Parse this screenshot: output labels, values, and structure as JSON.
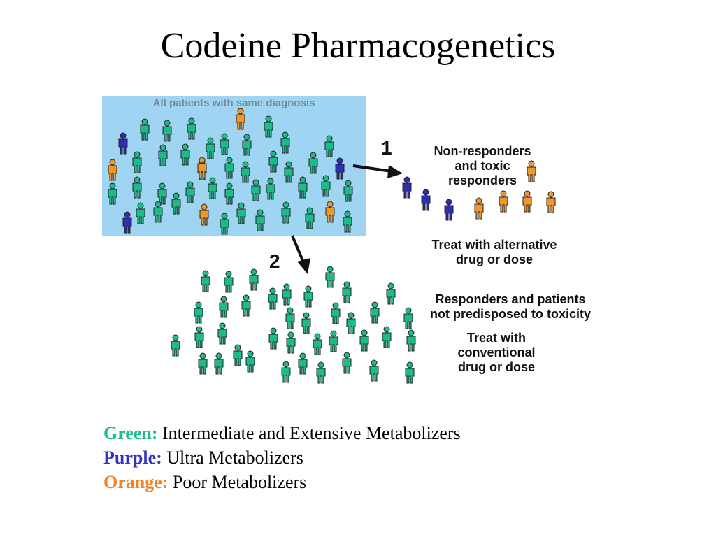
{
  "title": "Codeine Pharmacogenetics",
  "panel": {
    "label": "All patients with same diagnosis",
    "background": "#9fd5f2"
  },
  "colors": {
    "green": "#1dba8c",
    "purple": "#2e2eb0",
    "orange": "#f0962a"
  },
  "path1": {
    "number": "1",
    "group_label": [
      "Non-responders",
      "and toxic",
      "responders"
    ],
    "treatment": [
      "Treat with alternative",
      "drug or dose"
    ]
  },
  "path2": {
    "number": "2",
    "group_label": [
      "Responders and patients",
      "not predisposed to toxicity"
    ],
    "treatment": [
      "Treat with",
      "conventional",
      "drug or dose"
    ]
  },
  "legend": [
    {
      "key": "Green:",
      "value": "Intermediate and Extensive Metabolizers",
      "color": "#1dba8c"
    },
    {
      "key": "Purple:",
      "value": "Ultra Metabolizers",
      "color": "#3434c0"
    },
    {
      "key": "Orange:",
      "value": "Poor Metabolizers",
      "color": "#f5821f"
    }
  ],
  "people": {
    "all_patients": [
      [
        "p",
        176,
        205
      ],
      [
        "g",
        207,
        185
      ],
      [
        "g",
        239,
        187
      ],
      [
        "g",
        274,
        184
      ],
      [
        "o",
        344,
        170
      ],
      [
        "g",
        384,
        181
      ],
      [
        "o",
        161,
        243
      ],
      [
        "g",
        196,
        232
      ],
      [
        "g",
        233,
        222
      ],
      [
        "g",
        265,
        221
      ],
      [
        "g",
        301,
        212
      ],
      [
        "g",
        321,
        206
      ],
      [
        "g",
        353,
        207
      ],
      [
        "g",
        408,
        204
      ],
      [
        "g",
        471,
        209
      ],
      [
        "g",
        289,
        242
      ],
      [
        "o",
        289,
        240
      ],
      [
        "g",
        328,
        240
      ],
      [
        "g",
        351,
        246
      ],
      [
        "g",
        391,
        231
      ],
      [
        "g",
        413,
        246
      ],
      [
        "g",
        448,
        233
      ],
      [
        "p",
        486,
        241
      ],
      [
        "g",
        161,
        277
      ],
      [
        "g",
        196,
        268
      ],
      [
        "g",
        232,
        277
      ],
      [
        "g",
        252,
        291
      ],
      [
        "g",
        272,
        275
      ],
      [
        "g",
        304,
        269
      ],
      [
        "g",
        328,
        277
      ],
      [
        "g",
        366,
        272
      ],
      [
        "g",
        387,
        270
      ],
      [
        "g",
        433,
        268
      ],
      [
        "g",
        466,
        266
      ],
      [
        "g",
        498,
        273
      ],
      [
        "g",
        201,
        305
      ],
      [
        "g",
        226,
        303
      ],
      [
        "p",
        182,
        318
      ],
      [
        "o",
        292,
        307
      ],
      [
        "g",
        321,
        320
      ],
      [
        "g",
        345,
        305
      ],
      [
        "g",
        372,
        315
      ],
      [
        "g",
        409,
        304
      ],
      [
        "g",
        443,
        312
      ],
      [
        "o",
        472,
        303
      ],
      [
        "g",
        497,
        317
      ]
    ],
    "path1": [
      [
        "p",
        582,
        268
      ],
      [
        "p",
        609,
        286
      ],
      [
        "p",
        642,
        300
      ],
      [
        "o",
        685,
        298
      ],
      [
        "o",
        720,
        288
      ],
      [
        "o",
        754,
        288
      ],
      [
        "o",
        788,
        289
      ],
      [
        "o",
        760,
        245
      ]
    ],
    "path2": [
      [
        "g",
        294,
        402
      ],
      [
        "g",
        327,
        403
      ],
      [
        "g",
        363,
        400
      ],
      [
        "g",
        472,
        396
      ],
      [
        "g",
        390,
        427
      ],
      [
        "g",
        410,
        421
      ],
      [
        "g",
        441,
        424
      ],
      [
        "g",
        496,
        418
      ],
      [
        "g",
        559,
        420
      ],
      [
        "g",
        284,
        447
      ],
      [
        "g",
        320,
        439
      ],
      [
        "g",
        352,
        437
      ],
      [
        "g",
        415,
        455
      ],
      [
        "g",
        438,
        462
      ],
      [
        "g",
        480,
        448
      ],
      [
        "g",
        502,
        462
      ],
      [
        "g",
        536,
        447
      ],
      [
        "g",
        584,
        455
      ],
      [
        "g",
        251,
        494
      ],
      [
        "g",
        285,
        482
      ],
      [
        "g",
        318,
        477
      ],
      [
        "g",
        391,
        484
      ],
      [
        "g",
        416,
        490
      ],
      [
        "g",
        454,
        492
      ],
      [
        "g",
        477,
        488
      ],
      [
        "g",
        521,
        487
      ],
      [
        "g",
        553,
        482
      ],
      [
        "g",
        588,
        487
      ],
      [
        "g",
        290,
        520
      ],
      [
        "g",
        313,
        520
      ],
      [
        "g",
        340,
        508
      ],
      [
        "g",
        358,
        517
      ],
      [
        "g",
        409,
        532
      ],
      [
        "g",
        433,
        520
      ],
      [
        "g",
        459,
        533
      ],
      [
        "g",
        496,
        519
      ],
      [
        "g",
        535,
        530
      ],
      [
        "g",
        586,
        533
      ]
    ]
  }
}
